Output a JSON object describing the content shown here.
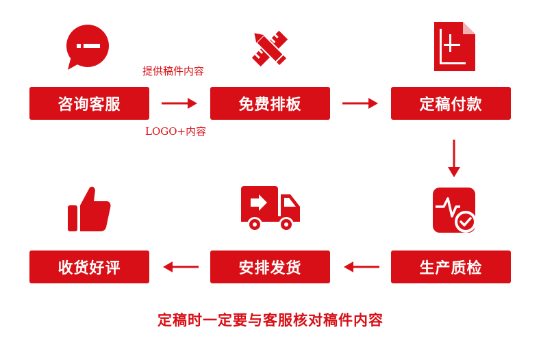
{
  "steps": {
    "consult": "咨询客服",
    "layout": "免费排板",
    "payment": "定稿付款",
    "inspection": "生产质检",
    "shipping": "安排发货",
    "receive": "收货好评"
  },
  "notes": {
    "above": "提供稿件内容",
    "below": "LOGO+内容"
  },
  "footer": "定稿时一定要与客服核对稿件内容",
  "colors": {
    "accent": "#d80f16"
  },
  "icons": {
    "consult": "chat-bubble-icon",
    "layout": "pencil-ruler-icon",
    "payment": "document-icon",
    "inspection": "quality-check-icon",
    "shipping": "delivery-truck-icon",
    "receive": "thumbs-up-icon"
  }
}
